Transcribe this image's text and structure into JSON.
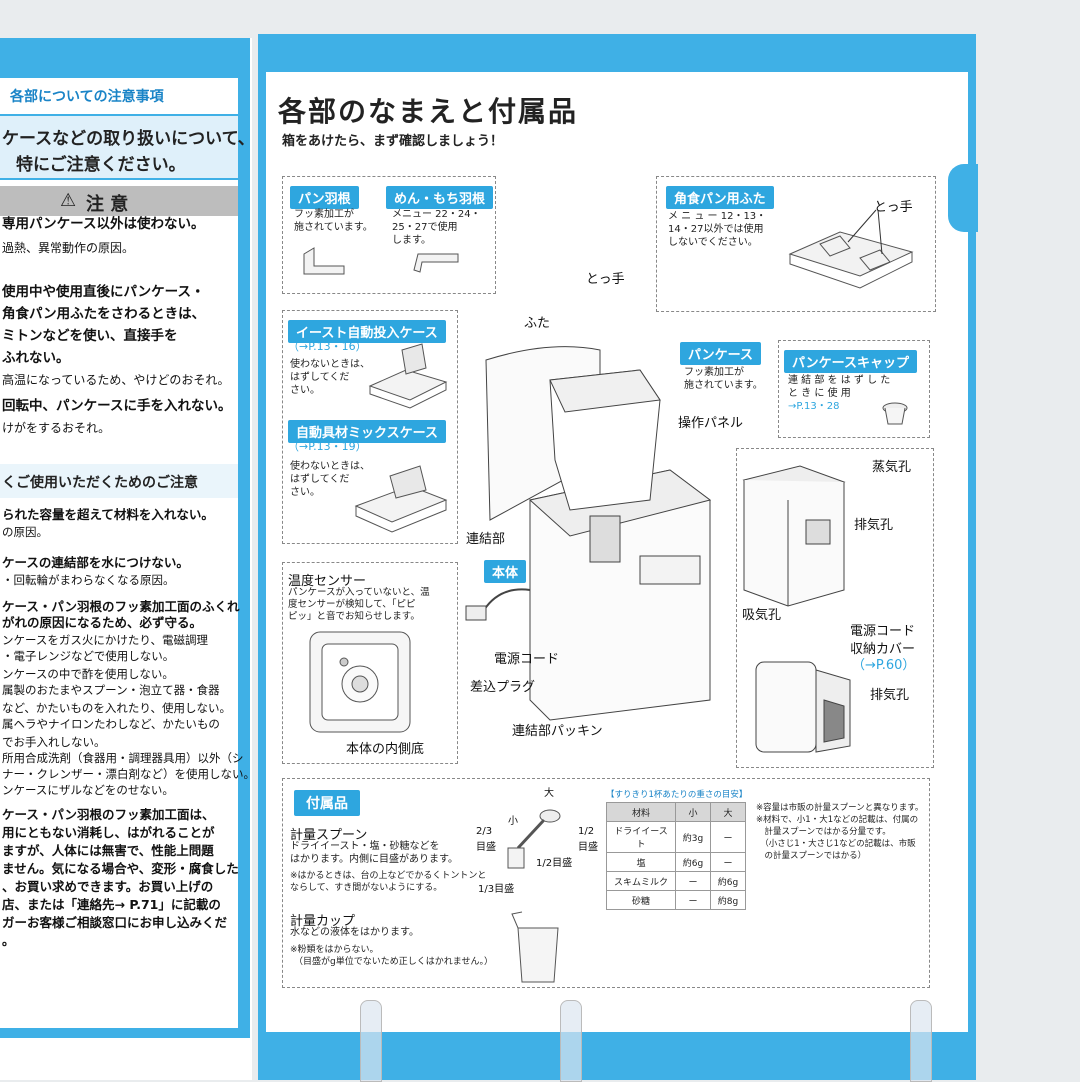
{
  "left_page": {
    "header": "各部についての注意事項",
    "heading_line1": "ケースなどの取り扱いについて、",
    "heading_line2": "特にご注意ください。",
    "caution_label": "注 意",
    "lines": [
      {
        "text": "専用パンケース以外は使わない。",
        "bold": true
      },
      {
        "text": "過熱、異常動作の原因。",
        "bold": false
      },
      {
        "text": "使用中や使用直後にパンケース・",
        "bold": true
      },
      {
        "text": "角食パン用ふたをさわるときは、",
        "bold": true
      },
      {
        "text": "ミトンなどを使い、直接手を",
        "bold": true
      },
      {
        "text": "ふれない。",
        "bold": true
      },
      {
        "text": "高温になっているため、やけどのおそれ。",
        "bold": false
      },
      {
        "text": "回転中、パンケースに手を入れない。",
        "bold": true
      },
      {
        "text": "けがをするおそれ。",
        "bold": false
      }
    ],
    "section2_title": "くご使用いただくためのご注意",
    "lines2": [
      {
        "text": "られた容量を超えて材料を入れない。",
        "bold": true
      },
      {
        "text": "の原因。",
        "bold": false
      },
      {
        "text": "ケースの連結部を水につけない。",
        "bold": true
      },
      {
        "text": "・回転輪がまわらなくなる原因。",
        "bold": false
      },
      {
        "text": "ケース・パン羽根のフッ素加工面のふくれ",
        "bold": true
      },
      {
        "text": "がれの原因になるため、必ず守る。",
        "bold": true
      },
      {
        "text": "ンケースをガス火にかけたり、電磁調理",
        "bold": false
      },
      {
        "text": "・電子レンジなどで使用しない。",
        "bold": false
      },
      {
        "text": "ンケースの中で酢を使用しない。",
        "bold": false
      },
      {
        "text": "属製のおたまやスプーン・泡立て器・食器",
        "bold": false
      },
      {
        "text": "など、かたいものを入れたり、使用しない。",
        "bold": false
      },
      {
        "text": "属ヘラやナイロンたわしなど、かたいもの",
        "bold": false
      },
      {
        "text": "でお手入れしない。",
        "bold": false
      },
      {
        "text": "所用合成洗剤（食器用・調理器具用）以外（シ",
        "bold": false
      },
      {
        "text": "ナー・クレンザー・漂白剤など）を使用しない。",
        "bold": false
      },
      {
        "text": "ンケースにザルなどをのせない。",
        "bold": false
      },
      {
        "text": "ケース・パン羽根のフッ素加工面は、",
        "bold": true
      },
      {
        "text": "用にともない消耗し、はがれることが",
        "bold": true
      },
      {
        "text": "ますが、人体には無害で、性能上問題",
        "bold": true
      },
      {
        "text": "ません。気になる場合や、変形・腐食した",
        "bold": true
      },
      {
        "text": "、お買い求めできます。お買い上げの",
        "bold": true
      },
      {
        "text": "店、または「連絡先→ P.71」に記載の",
        "bold": true
      },
      {
        "text": "ガーお客様ご相談窓口にお申し込みくだ",
        "bold": true
      },
      {
        "text": "。",
        "bold": true
      }
    ]
  },
  "right_page": {
    "title": "各部のなまえと付属品",
    "subtitle": "箱をあけたら、まず確認しましょう！",
    "pan_hane": {
      "label": "パン羽根",
      "desc": [
        "フッ素加工が",
        "施されています。"
      ]
    },
    "men_mochi": {
      "label": "めん・もち羽根",
      "desc": [
        "メニュー 22・24・",
        "25・27で使用",
        "します。"
      ]
    },
    "kakushoku": {
      "label": "角食パン用ふた",
      "desc": [
        "メ ニ ュ ー 12・13・",
        "14・27以外では使用",
        "しないでください。"
      ],
      "handle": "とっ手"
    },
    "yeast": {
      "label": "イースト自動投入ケース",
      "ref": "（→P.13・16）",
      "desc": [
        "使わないときは、",
        "はずしてくだ",
        "さい。"
      ]
    },
    "mix": {
      "label": "自動具材ミックスケース",
      "ref": "（→P.13・19）",
      "desc": [
        "使わないときは、",
        "はずしてくだ",
        "さい。"
      ]
    },
    "temp": {
      "label": "温度センサー",
      "desc": [
        "パンケースが入っていないと、温",
        "度センサーが検知して、「ピピ",
        "ピッ」と音でお知らせします。"
      ],
      "caption": "本体の内側底"
    },
    "labels": {
      "handle": "とっ手",
      "lid": "ふた",
      "pancase": "パンケース",
      "pancase_desc": [
        "フッ素加工が",
        "施されています。"
      ],
      "panel": "操作パネル",
      "link": "連結部",
      "body": "本体",
      "cord": "電源コード",
      "plug": "差込プラグ",
      "packing": "連結部パッキン"
    },
    "cap": {
      "label": "パンケースキャップ",
      "desc": [
        "連 結 部 を は ず し た",
        "と き に 使 用",
        "→P.13・28"
      ]
    },
    "rear": {
      "steam": "蒸気孔",
      "exhaust": "排気孔",
      "intake": "吸気孔",
      "cord_cover_1": "電源コード",
      "cord_cover_2": "収納カバー",
      "cord_cover_ref": "（→P.60）",
      "exhaust2": "排気孔"
    },
    "accessories": {
      "label": "付属品",
      "spoon_title": "計量スプーン",
      "spoon_desc": [
        "ドライイースト・塩・砂糖などを",
        "はかります。内側に目盛があります。"
      ],
      "spoon_note": [
        "※はかるときは、台の上などでかるくトントンと",
        "ならして、すき間がないようにする。"
      ],
      "marks": {
        "large": "大",
        "small": "小",
        "m23": "2/3",
        "m23b": "目盛",
        "m12a": "1/2",
        "m12ab": "目盛",
        "m12": "1/2目盛",
        "m13": "1/3目盛"
      },
      "table_title": "【すりきり1杯あたりの重さの目安】",
      "table_head": [
        "材料",
        "小",
        "大"
      ],
      "table_rows": [
        [
          "ドライイースト",
          "約3g",
          "ー"
        ],
        [
          "塩",
          "約6g",
          "ー"
        ],
        [
          "スキムミルク",
          "ー",
          "約6g"
        ],
        [
          "砂糖",
          "ー",
          "約8g"
        ]
      ],
      "notes": [
        "※容量は市販の計量スプーンと異なります。",
        "※材料で、小1・大1などの記載は、付属の",
        "　計量スプーンではかる分量です。",
        "　（小さじ1・大さじ1などの記載は、市販",
        "　の計量スプーンではかる）"
      ],
      "cup_title": "計量カップ",
      "cup_desc": "水などの液体をはかります。",
      "cup_note": [
        "※粉類をはからない。",
        "（目盛がg単位でないため正しくはかれません。）"
      ]
    }
  }
}
